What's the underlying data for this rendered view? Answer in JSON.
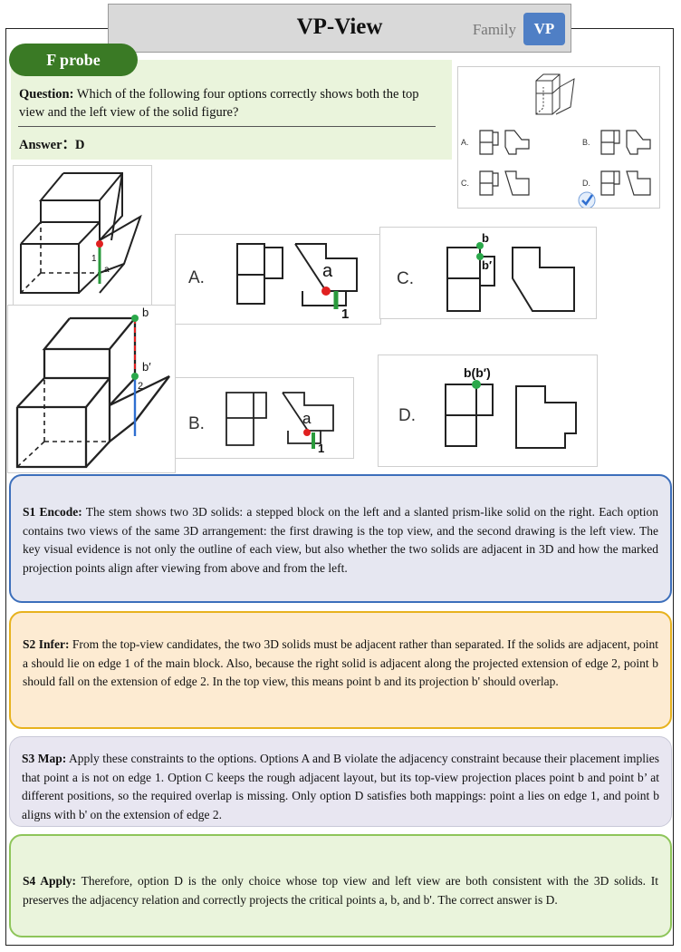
{
  "header": {
    "title": "VP-View",
    "family_label": "Family",
    "family_badge": "VP"
  },
  "probe": {
    "label": "F probe"
  },
  "question": {
    "label": "Question:",
    "text": "Which of the following four options correctly shows both the top view and the left view of the solid figure?",
    "answer_label": "Answer：",
    "answer_value": "D"
  },
  "thumbnail": {
    "option_labels": [
      "A.",
      "B.",
      "C.",
      "D."
    ],
    "selected_option": "D"
  },
  "figures": {
    "solid_top": {
      "edge_label": "1",
      "point_label": "a"
    },
    "solid_bottom": {
      "point_b": "b",
      "point_b_prime": "b′",
      "edge_label": "2"
    },
    "option_a": {
      "letter": "A.",
      "point_label": "a",
      "edge_label": "1"
    },
    "option_b": {
      "letter": "B.",
      "point_label": "a",
      "edge_label": "1"
    },
    "option_c": {
      "letter": "C.",
      "point_b": "b",
      "point_b_prime": "b′"
    },
    "option_d": {
      "letter": "D.",
      "point_label": "b(b′)"
    }
  },
  "steps": [
    {
      "label": "S1 Encode:",
      "text": "The stem shows two 3D solids: a stepped block on the left and a slanted prism-like solid on the right. Each option contains two views of the same 3D arrangement: the first drawing is the top view, and the second drawing is the left view. The key visual evidence is not only the outline of each view, but also whether the two solids are adjacent in 3D and how the marked projection points align after viewing from above and from the left.",
      "bg": "#e6e7f1",
      "border": "#3d6fbb"
    },
    {
      "label": "S2 Infer:",
      "text": "From the top-view candidates, the two 3D solids must be adjacent rather than separated. If the solids are adjacent, point a should lie on edge 1 of the main block. Also, because the right solid is adjacent along the projected extension of edge 2, point b should fall on the extension of edge 2. In the top view, this means point b and its projection b' should overlap.",
      "bg": "#fdebd2",
      "border": "#e7b21e"
    },
    {
      "label": "S3 Map:",
      "text": "Apply these constraints to the options. Options A and B violate the adjacency constraint because their placement implies that point a is not on edge 1. Option C keeps the rough adjacent layout, but its top-view projection places point b and point b’ at different positions, so the required overlap is missing. Only option D satisfies both mappings: point a lies on edge 1, and point b aligns with b' on the extension of edge 2.",
      "bg": "#e8e6f1",
      "border": "#c9c9d8"
    },
    {
      "label": "S4 Apply:",
      "text": "Therefore, option D is the only choice whose top view and left view are both consistent with the 3D solids. It preserves the adjacency relation and correctly projects the critical points a, b, and b'. The correct answer is D.",
      "bg": "#eaf4dc",
      "border": "#8ec55a"
    }
  ]
}
